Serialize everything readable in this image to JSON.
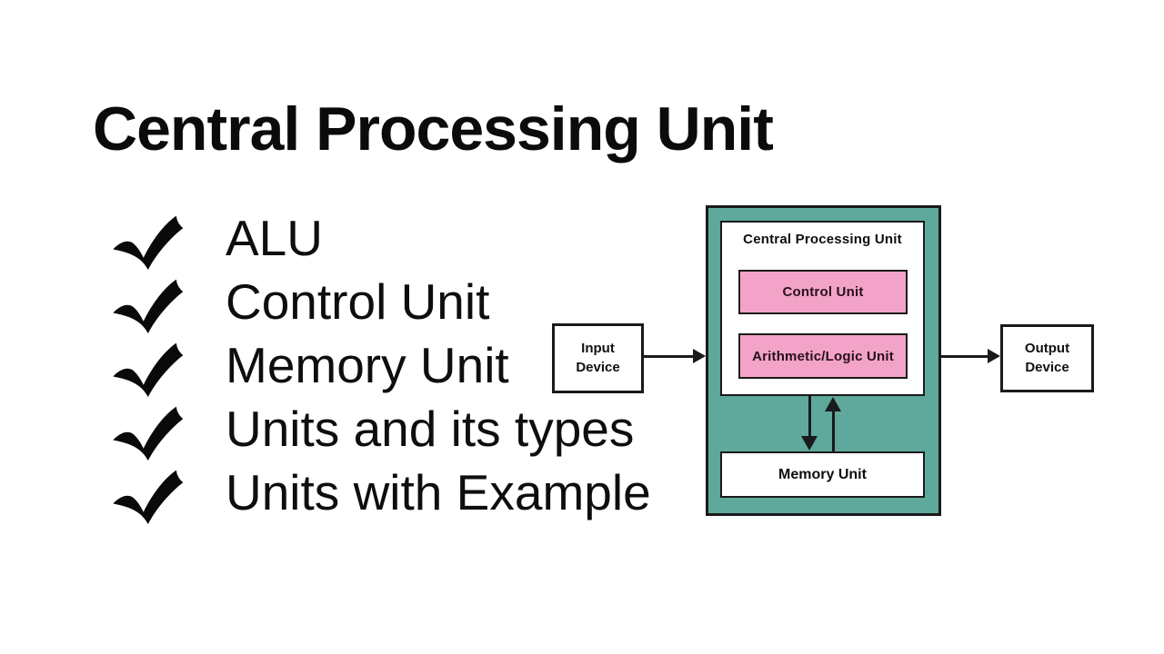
{
  "slide": {
    "title": "Central Processing Unit",
    "bullets": [
      "ALU",
      "Control Unit",
      "Memory Unit",
      "Units and its types",
      "Units with Example"
    ]
  },
  "diagram": {
    "input_device_label": "Input Device",
    "output_device_label": "Output Device",
    "cpu_label": "Central Processing Unit",
    "control_unit_label": "Control Unit",
    "alu_label": "Arithmetic/Logic Unit",
    "memory_unit_label": "Memory Unit",
    "colors": {
      "cpu_fill": "#5FA89C",
      "unit_fill": "#F4A3C8",
      "box_border": "#1a1a1a",
      "background": "#ffffff",
      "text": "#111111"
    }
  }
}
